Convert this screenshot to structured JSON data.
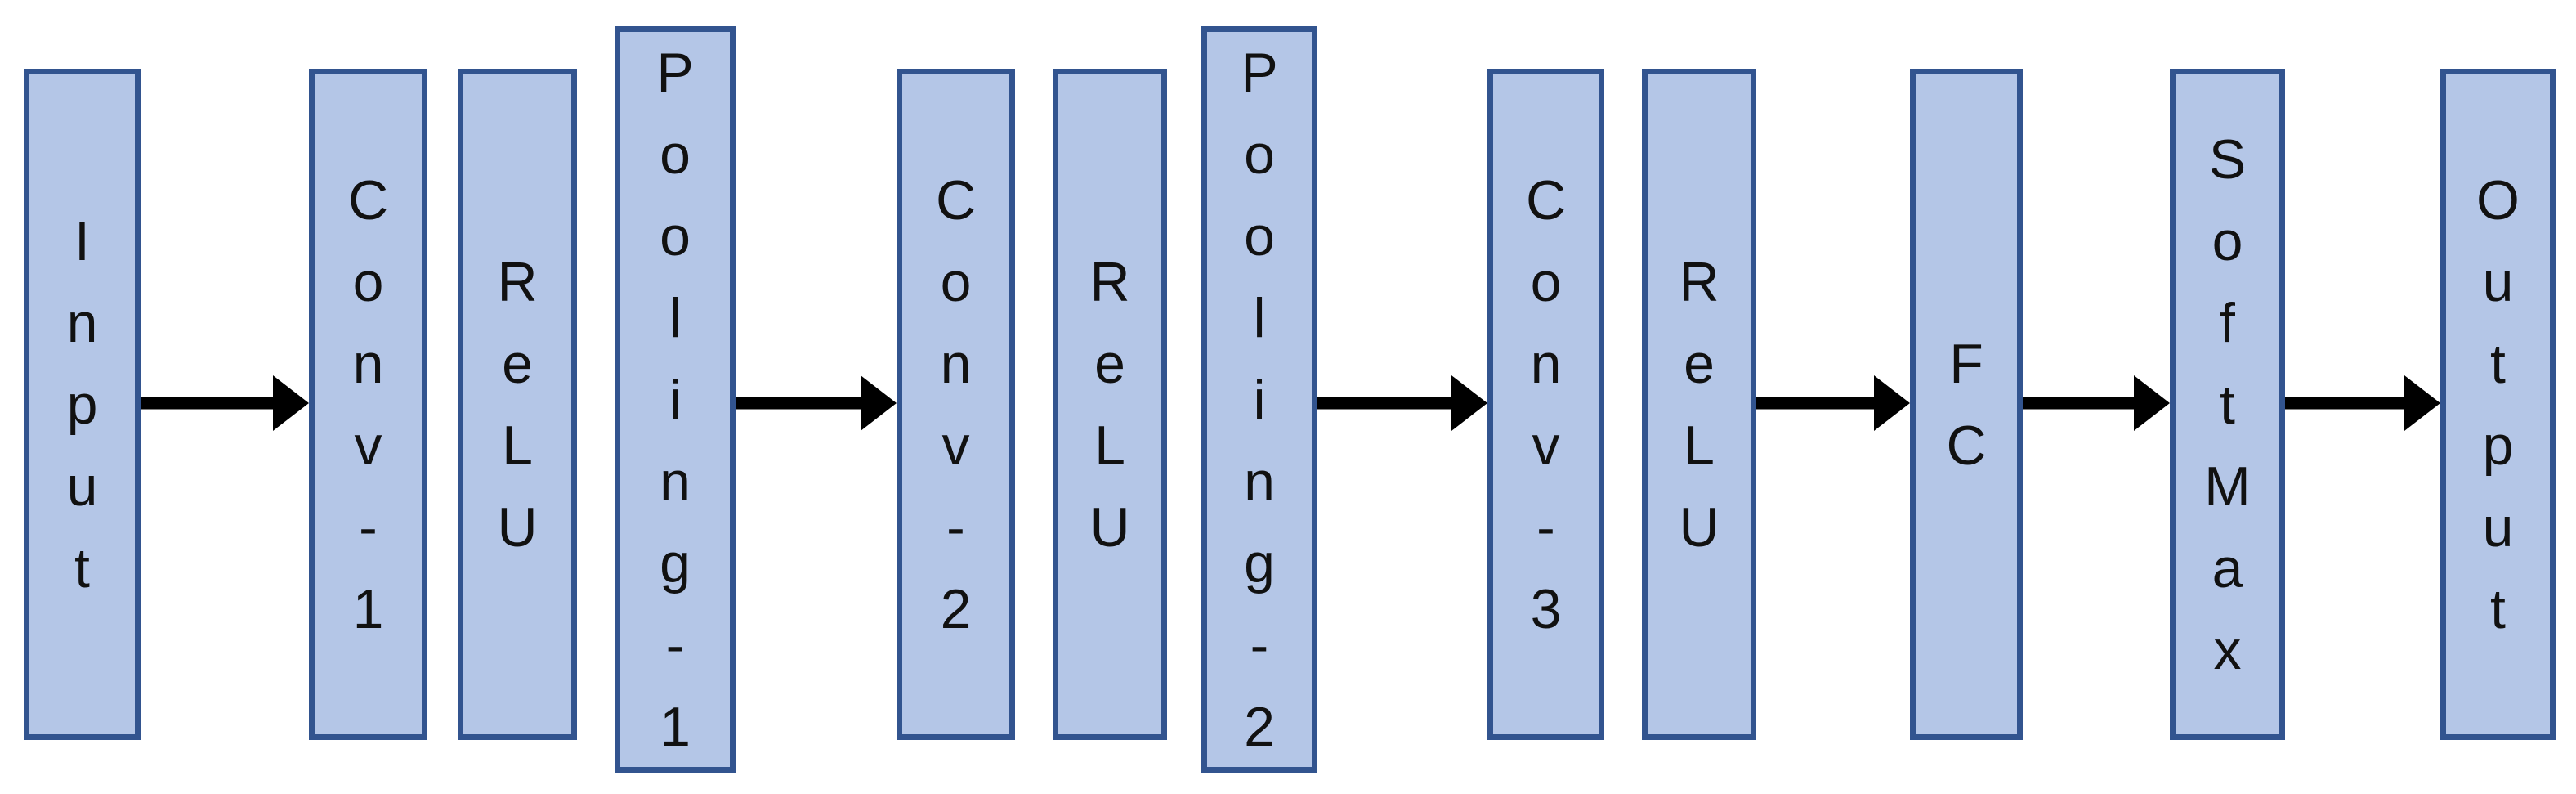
{
  "diagram": {
    "description": "CNN architecture flow diagram",
    "colors": {
      "background": "#ffffff",
      "node_fill": "#b4c6e7",
      "node_border": "#32548f",
      "text": "#111111",
      "arrow": "#000000"
    },
    "nodes": [
      {
        "id": "input",
        "label": "Input",
        "kind": "layer"
      },
      {
        "id": "conv-1",
        "label": "Conv-1",
        "kind": "layer"
      },
      {
        "id": "relu-1",
        "label": "ReLU",
        "kind": "layer"
      },
      {
        "id": "pooling-1",
        "label": "Pooling-1",
        "kind": "pooling"
      },
      {
        "id": "conv-2",
        "label": "Conv-2",
        "kind": "layer"
      },
      {
        "id": "relu-2",
        "label": "ReLU",
        "kind": "layer"
      },
      {
        "id": "pooling-2",
        "label": "Pooling-2",
        "kind": "pooling"
      },
      {
        "id": "conv-3",
        "label": "Conv-3",
        "kind": "layer"
      },
      {
        "id": "relu-3",
        "label": "ReLU",
        "kind": "layer"
      },
      {
        "id": "fc",
        "label": "FC",
        "kind": "layer"
      },
      {
        "id": "softmax",
        "label": "SoftMax",
        "kind": "layer"
      },
      {
        "id": "output",
        "label": "Output",
        "kind": "layer"
      }
    ],
    "arrows": [
      {
        "from": "input",
        "to": "conv-2-arrowtarget-conv-1",
        "source": "input",
        "target": "conv-1"
      },
      {
        "from": "pooling-1",
        "to": "conv-2",
        "source": "pooling-1",
        "target": "conv-2"
      },
      {
        "from": "pooling-2",
        "to": "conv-3",
        "source": "pooling-2",
        "target": "conv-3"
      },
      {
        "from": "relu-3",
        "to": "fc",
        "source": "relu-3",
        "target": "fc"
      },
      {
        "from": "fc",
        "to": "softmax",
        "source": "fc",
        "target": "softmax"
      },
      {
        "from": "softmax",
        "to": "output",
        "source": "softmax",
        "target": "output"
      }
    ]
  }
}
